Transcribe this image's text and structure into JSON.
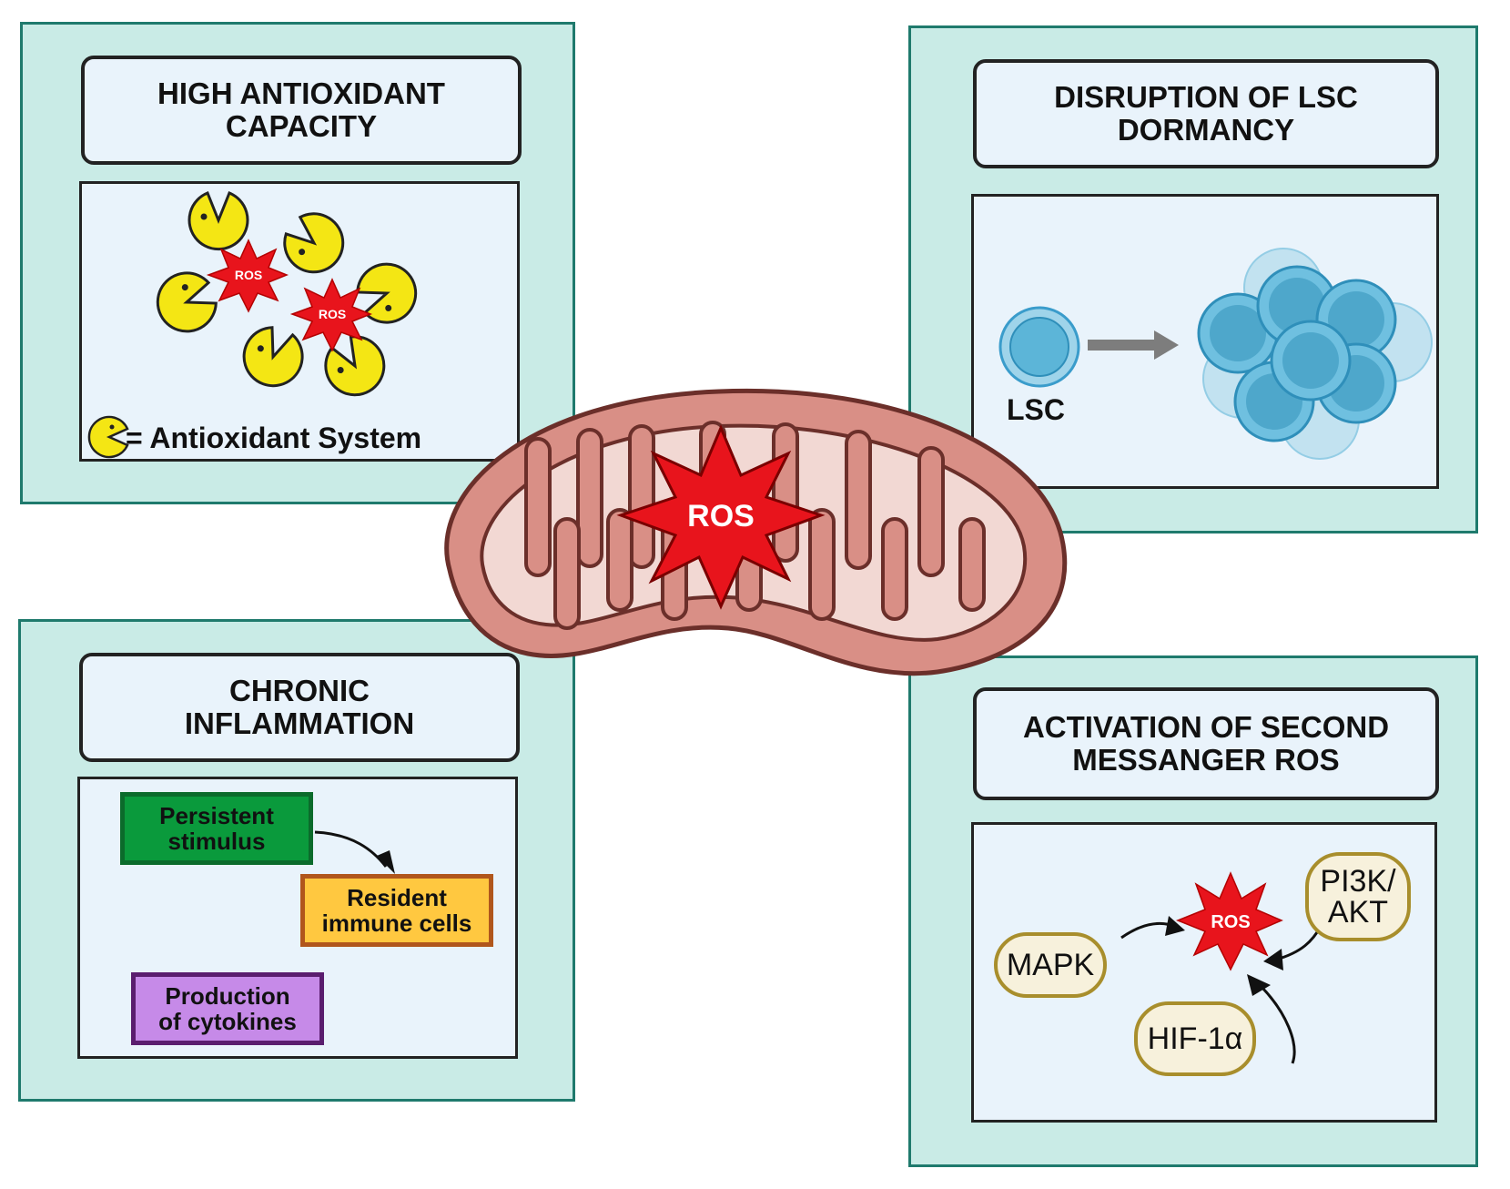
{
  "panels": {
    "top_left": {
      "title": "HIGH ANTIOXIDANT\nCAPACITY",
      "ros_labels": [
        "ROS",
        "ROS"
      ],
      "legend_text": "= Antioxidant System",
      "legend_icon": "pacman-icon"
    },
    "top_right": {
      "title": "DISRUPTION OF LSC\nDORMANCY",
      "cell_label": "LSC"
    },
    "bottom_left": {
      "title": "CHRONIC\nINFLAMMATION",
      "boxes": {
        "stimulus": "Persistent\nstimulus",
        "immune": "Resident\nimmune cells",
        "cytokines": "Production\nof cytokines"
      }
    },
    "bottom_right": {
      "title": "ACTIVATION OF SECOND\nMESSANGER ROS",
      "ros_label": "ROS",
      "nodes": {
        "pi3k": "PI3K/\nAKT",
        "mapk": "MAPK",
        "hif": "HIF-1α"
      }
    }
  },
  "center": {
    "ros_label": "ROS"
  },
  "colors": {
    "panel_bg": "#c9ebe6",
    "panel_border": "#1f7a6d",
    "box_bg": "#e9f3fb",
    "ros_red": "#e8141c",
    "pacman_yellow": "#f4e614",
    "mito_outer": "#d98f86",
    "mito_inner": "#f2d8d3",
    "cell_blue": "#5cb5d8",
    "green_box": "#0a9a3c",
    "orange_box": "#ffc840",
    "purple_box": "#c68ae8"
  }
}
